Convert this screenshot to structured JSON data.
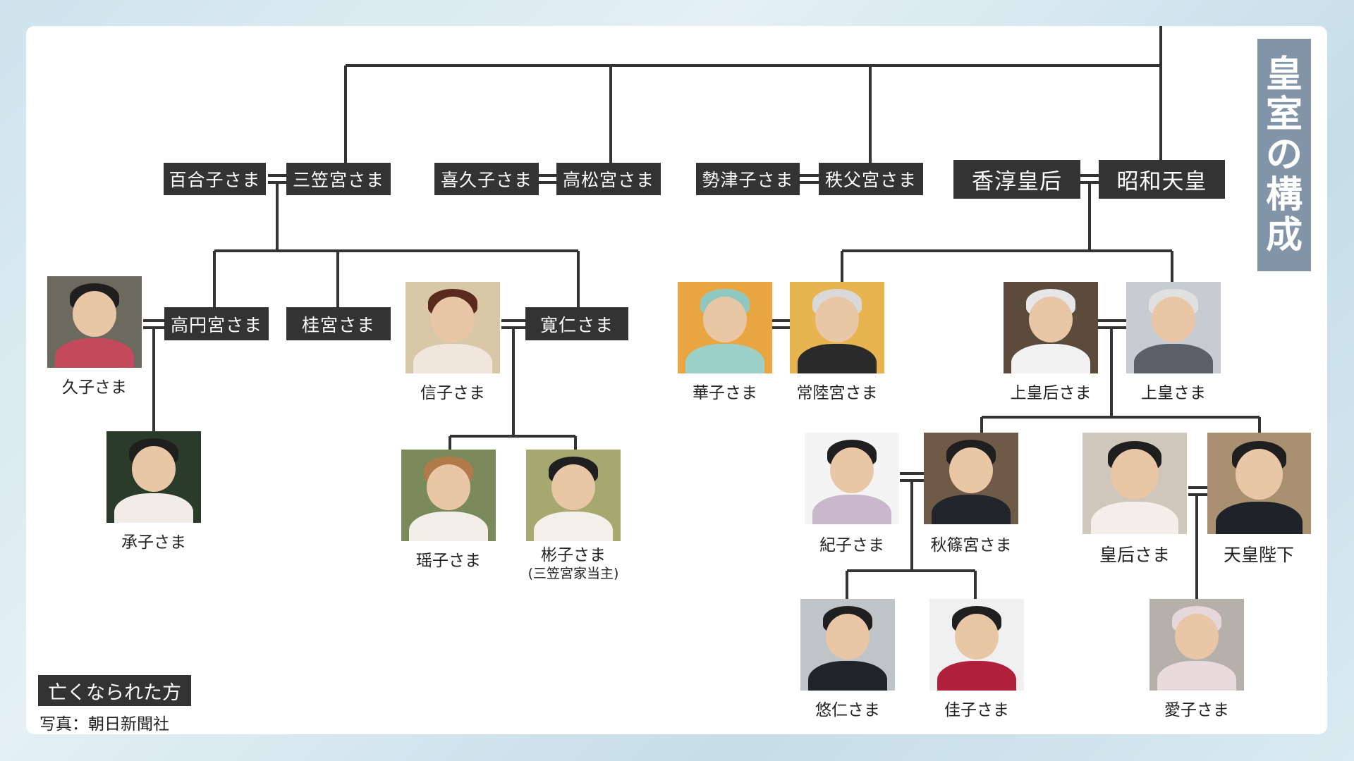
{
  "title_chars": [
    "皇",
    "室",
    "の",
    "構",
    "成"
  ],
  "colors": {
    "box": "#333333",
    "title_bg": "#8194a8",
    "line": "#333333",
    "card": "#ffffff"
  },
  "boxes": {
    "yuriko": "百合子さま",
    "mikasanomiya": "三笠宮さま",
    "kikuko": "喜久子さま",
    "takamatsunomiya": "高松宮さま",
    "setsuko": "勢津子さま",
    "chichibunomiya": "秩父宮さま",
    "kojun": "香淳皇后",
    "showa": "昭和天皇",
    "takamadonomiya": "高円宮さま",
    "katsuranomiya": "桂宮さま",
    "tomohito": "寛仁さま"
  },
  "photos": {
    "hisako": "久子さま",
    "tsuguko": "承子さま",
    "nobuko": "信子さま",
    "yoko": "瑶子さま",
    "akiko": "彬子さま",
    "akiko_note": "(三笠宮家当主)",
    "hanako": "華子さま",
    "hitachinomiya": "常陸宮さま",
    "joko": "上皇后さま",
    "joko_emperor": "上皇さま",
    "kiko": "紀子さま",
    "akishinonomiya": "秋篠宮さま",
    "kogo": "皇后さま",
    "tenno": "天皇陛下",
    "hisahito": "悠仁さま",
    "kako": "佳子さま",
    "aiko": "愛子さま"
  },
  "legend": "亡くなられた方",
  "credit": "写真：朝日新聞社"
}
